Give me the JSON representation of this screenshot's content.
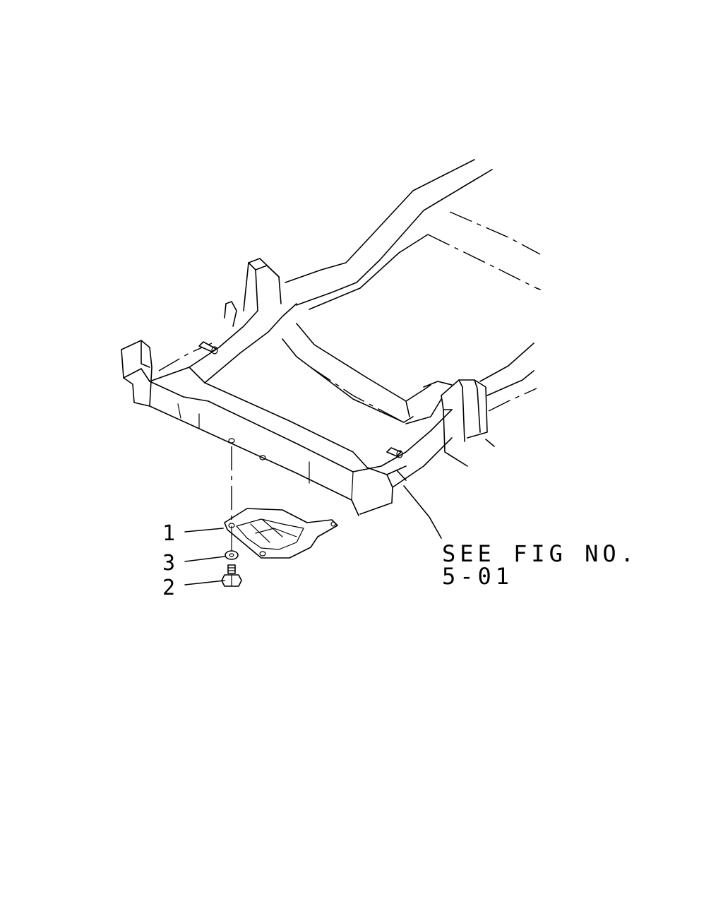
{
  "callouts": [
    {
      "id": "1",
      "label": "1"
    },
    {
      "id": "3",
      "label": "3"
    },
    {
      "id": "2",
      "label": "2"
    }
  ],
  "reference": {
    "line1": "SEE FIG NO.",
    "line2": "5-01"
  }
}
